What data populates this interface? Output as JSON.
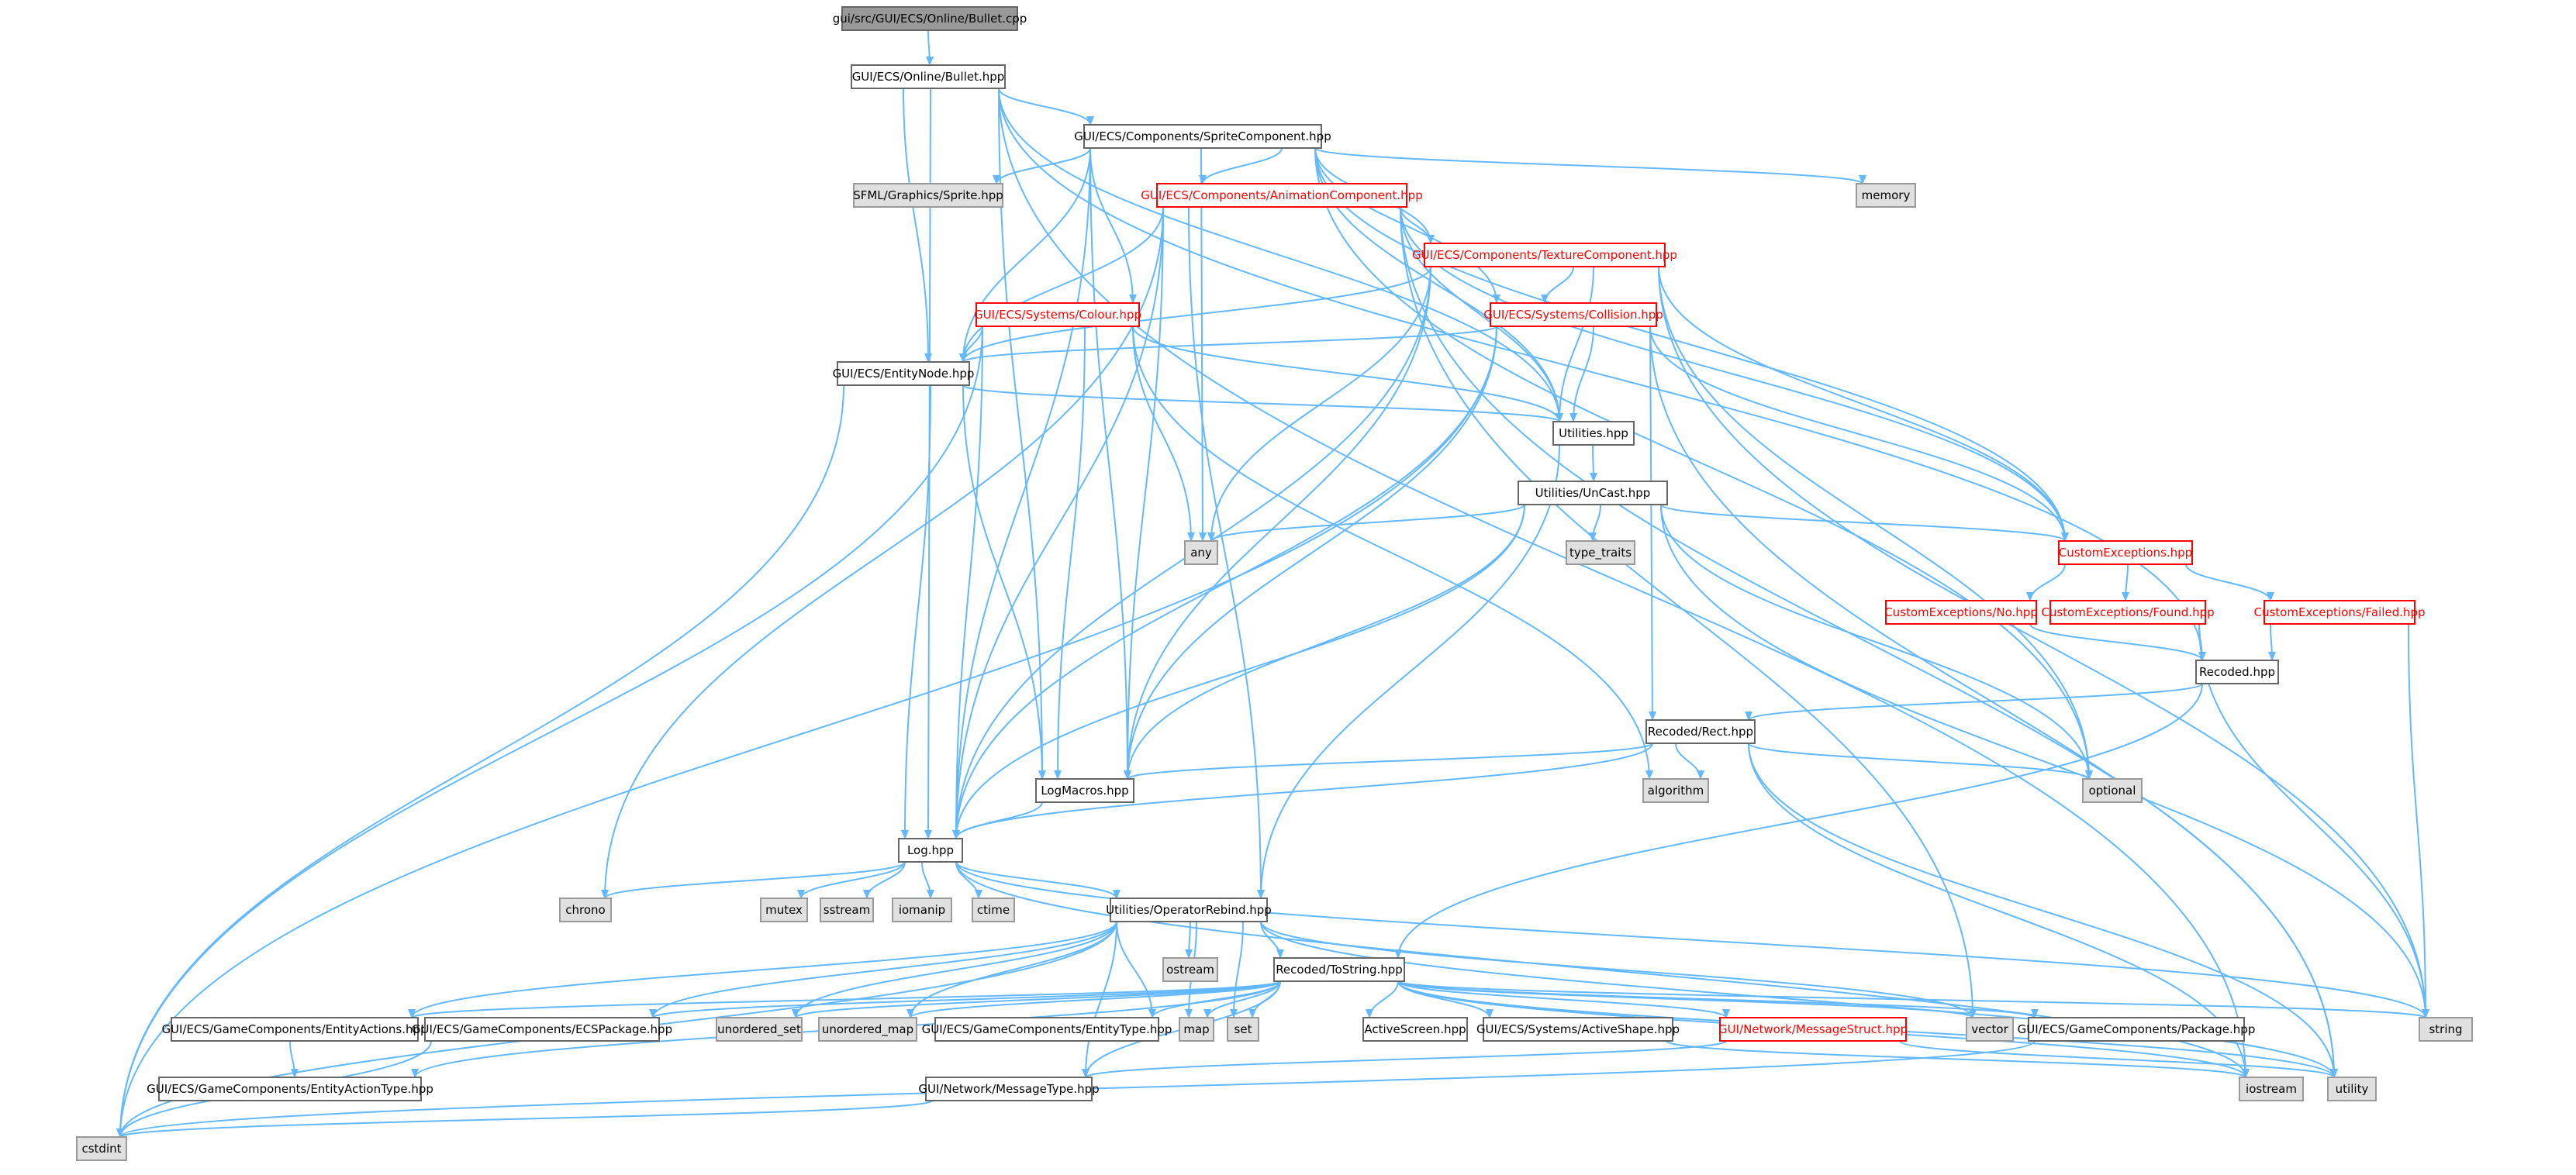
{
  "colors": {
    "edge": "#63b8ff",
    "root_fill": "#999999",
    "normal_fill": "#ffffff",
    "normal_stroke": "#666666",
    "external_fill": "#e0e0e0",
    "external_stroke": "#999999",
    "highlight_stroke": "#ff0000",
    "text": "#000000",
    "red_text": "#ff0000"
  },
  "nodes": [
    {
      "id": "root",
      "label": "gui/src/GUI/ECS/Online/Bullet.cpp",
      "kind": "root"
    },
    {
      "id": "bullet_hpp",
      "label": "GUI/ECS/Online/Bullet.hpp",
      "kind": "normal"
    },
    {
      "id": "sprite_comp",
      "label": "GUI/ECS/Components/SpriteComponent.hpp",
      "kind": "normal"
    },
    {
      "id": "sfml_sprite",
      "label": "SFML/Graphics/Sprite.hpp",
      "kind": "external"
    },
    {
      "id": "anim_comp",
      "label": "GUI/ECS/Components/AnimationComponent.hpp",
      "kind": "highlight"
    },
    {
      "id": "memory",
      "label": "memory",
      "kind": "external"
    },
    {
      "id": "texture_comp",
      "label": "GUI/ECS/Components/TextureComponent.hpp",
      "kind": "highlight"
    },
    {
      "id": "colour",
      "label": "GUI/ECS/Systems/Colour.hpp",
      "kind": "highlight"
    },
    {
      "id": "collision",
      "label": "GUI/ECS/Systems/Collision.hpp",
      "kind": "highlight"
    },
    {
      "id": "entity_node",
      "label": "GUI/ECS/EntityNode.hpp",
      "kind": "normal"
    },
    {
      "id": "utilities",
      "label": "Utilities.hpp",
      "kind": "normal"
    },
    {
      "id": "uncast",
      "label": "Utilities/UnCast.hpp",
      "kind": "normal"
    },
    {
      "id": "any",
      "label": "any",
      "kind": "external"
    },
    {
      "id": "type_traits",
      "label": "type_traits",
      "kind": "external"
    },
    {
      "id": "custom_exc",
      "label": "CustomExceptions.hpp",
      "kind": "highlight"
    },
    {
      "id": "ce_no",
      "label": "CustomExceptions/No.hpp",
      "kind": "highlight"
    },
    {
      "id": "ce_found",
      "label": "CustomExceptions/Found.hpp",
      "kind": "highlight"
    },
    {
      "id": "ce_failed",
      "label": "CustomExceptions/Failed.hpp",
      "kind": "highlight"
    },
    {
      "id": "recoded",
      "label": "Recoded.hpp",
      "kind": "normal"
    },
    {
      "id": "rect",
      "label": "Recoded/Rect.hpp",
      "kind": "normal"
    },
    {
      "id": "algorithm",
      "label": "algorithm",
      "kind": "external"
    },
    {
      "id": "optional",
      "label": "optional",
      "kind": "external"
    },
    {
      "id": "logmacros",
      "label": "LogMacros.hpp",
      "kind": "normal"
    },
    {
      "id": "log",
      "label": "Log.hpp",
      "kind": "normal"
    },
    {
      "id": "chrono",
      "label": "chrono",
      "kind": "external"
    },
    {
      "id": "mutex",
      "label": "mutex",
      "kind": "external"
    },
    {
      "id": "sstream",
      "label": "sstream",
      "kind": "external"
    },
    {
      "id": "iomanip",
      "label": "iomanip",
      "kind": "external"
    },
    {
      "id": "ctime",
      "label": "ctime",
      "kind": "external"
    },
    {
      "id": "op_rebind",
      "label": "Utilities/OperatorRebind.hpp",
      "kind": "normal"
    },
    {
      "id": "ostream",
      "label": "ostream",
      "kind": "external"
    },
    {
      "id": "tostring",
      "label": "Recoded/ToString.hpp",
      "kind": "normal"
    },
    {
      "id": "entity_actions",
      "label": "GUI/ECS/GameComponents/EntityActions.hpp",
      "kind": "normal"
    },
    {
      "id": "ecs_package",
      "label": "GUI/ECS/GameComponents/ECSPackage.hpp",
      "kind": "normal"
    },
    {
      "id": "unordered_set",
      "label": "unordered_set",
      "kind": "external"
    },
    {
      "id": "unordered_map",
      "label": "unordered_map",
      "kind": "external"
    },
    {
      "id": "entity_type",
      "label": "GUI/ECS/GameComponents/EntityType.hpp",
      "kind": "normal"
    },
    {
      "id": "map",
      "label": "map",
      "kind": "external"
    },
    {
      "id": "set",
      "label": "set",
      "kind": "external"
    },
    {
      "id": "active_screen",
      "label": "ActiveScreen.hpp",
      "kind": "normal"
    },
    {
      "id": "active_shape",
      "label": "GUI/ECS/Systems/ActiveShape.hpp",
      "kind": "normal"
    },
    {
      "id": "msg_struct",
      "label": "GUI/Network/MessageStruct.hpp",
      "kind": "highlight"
    },
    {
      "id": "vector",
      "label": "vector",
      "kind": "external"
    },
    {
      "id": "package",
      "label": "GUI/ECS/GameComponents/Package.hpp",
      "kind": "normal"
    },
    {
      "id": "string",
      "label": "string",
      "kind": "external"
    },
    {
      "id": "entity_action_type",
      "label": "GUI/ECS/GameComponents/EntityActionType.hpp",
      "kind": "normal"
    },
    {
      "id": "msg_type",
      "label": "GUI/Network/MessageType.hpp",
      "kind": "normal"
    },
    {
      "id": "iostream",
      "label": "iostream",
      "kind": "external"
    },
    {
      "id": "utility",
      "label": "utility",
      "kind": "external"
    },
    {
      "id": "cstdint",
      "label": "cstdint",
      "kind": "external"
    }
  ],
  "edges": [
    [
      "root",
      "bullet_hpp"
    ],
    [
      "bullet_hpp",
      "sprite_comp"
    ],
    [
      "bullet_hpp",
      "entity_node"
    ],
    [
      "bullet_hpp",
      "log"
    ],
    [
      "bullet_hpp",
      "logmacros"
    ],
    [
      "bullet_hpp",
      "utilities"
    ],
    [
      "bullet_hpp",
      "recoded"
    ],
    [
      "bullet_hpp",
      "iostream"
    ],
    [
      "sprite_comp",
      "sfml_sprite"
    ],
    [
      "sprite_comp",
      "anim_comp"
    ],
    [
      "sprite_comp",
      "memory"
    ],
    [
      "sprite_comp",
      "texture_comp"
    ],
    [
      "sprite_comp",
      "colour"
    ],
    [
      "sprite_comp",
      "collision"
    ],
    [
      "sprite_comp",
      "entity_node"
    ],
    [
      "sprite_comp",
      "any"
    ],
    [
      "sprite_comp",
      "utilities"
    ],
    [
      "sprite_comp",
      "custom_exc"
    ],
    [
      "sprite_comp",
      "logmacros"
    ],
    [
      "sprite_comp",
      "log"
    ],
    [
      "sprite_comp",
      "optional"
    ],
    [
      "anim_comp",
      "texture_comp"
    ],
    [
      "anim_comp",
      "entity_node"
    ],
    [
      "anim_comp",
      "chrono"
    ],
    [
      "anim_comp",
      "utilities"
    ],
    [
      "anim_comp",
      "logmacros"
    ],
    [
      "anim_comp",
      "log"
    ],
    [
      "anim_comp",
      "custom_exc"
    ],
    [
      "anim_comp",
      "utility"
    ],
    [
      "anim_comp",
      "op_rebind"
    ],
    [
      "anim_comp",
      "vector"
    ],
    [
      "texture_comp",
      "collision"
    ],
    [
      "texture_comp",
      "entity_node"
    ],
    [
      "texture_comp",
      "any"
    ],
    [
      "texture_comp",
      "utilities"
    ],
    [
      "texture_comp",
      "custom_exc"
    ],
    [
      "texture_comp",
      "logmacros"
    ],
    [
      "texture_comp",
      "log"
    ],
    [
      "texture_comp",
      "optional"
    ],
    [
      "texture_comp",
      "string"
    ],
    [
      "colour",
      "entity_node"
    ],
    [
      "colour",
      "utilities"
    ],
    [
      "colour",
      "any"
    ],
    [
      "colour",
      "logmacros"
    ],
    [
      "colour",
      "log"
    ],
    [
      "colour",
      "algorithm"
    ],
    [
      "colour",
      "cstdint"
    ],
    [
      "collision",
      "entity_node"
    ],
    [
      "collision",
      "utilities"
    ],
    [
      "collision",
      "rect"
    ],
    [
      "collision",
      "custom_exc"
    ],
    [
      "collision",
      "logmacros"
    ],
    [
      "collision",
      "log"
    ],
    [
      "collision",
      "utility"
    ],
    [
      "collision",
      "cstdint"
    ],
    [
      "entity_node",
      "utilities"
    ],
    [
      "entity_node",
      "logmacros"
    ],
    [
      "entity_node",
      "log"
    ],
    [
      "entity_node",
      "cstdint"
    ],
    [
      "utilities",
      "uncast"
    ],
    [
      "utilities",
      "op_rebind"
    ],
    [
      "uncast",
      "any"
    ],
    [
      "uncast",
      "type_traits"
    ],
    [
      "uncast",
      "custom_exc"
    ],
    [
      "uncast",
      "logmacros"
    ],
    [
      "uncast",
      "log"
    ],
    [
      "uncast",
      "optional"
    ],
    [
      "uncast",
      "string"
    ],
    [
      "custom_exc",
      "ce_no"
    ],
    [
      "custom_exc",
      "ce_found"
    ],
    [
      "custom_exc",
      "ce_failed"
    ],
    [
      "ce_no",
      "recoded"
    ],
    [
      "ce_found",
      "recoded"
    ],
    [
      "ce_found",
      "string"
    ],
    [
      "ce_failed",
      "recoded"
    ],
    [
      "ce_failed",
      "string"
    ],
    [
      "recoded",
      "rect"
    ],
    [
      "recoded",
      "tostring"
    ],
    [
      "rect",
      "algorithm"
    ],
    [
      "rect",
      "optional"
    ],
    [
      "rect",
      "logmacros"
    ],
    [
      "rect",
      "log"
    ],
    [
      "rect",
      "iostream"
    ],
    [
      "rect",
      "utility"
    ],
    [
      "logmacros",
      "log"
    ],
    [
      "log",
      "chrono"
    ],
    [
      "log",
      "mutex"
    ],
    [
      "log",
      "sstream"
    ],
    [
      "log",
      "iomanip"
    ],
    [
      "log",
      "ctime"
    ],
    [
      "log",
      "op_rebind"
    ],
    [
      "log",
      "string"
    ],
    [
      "log",
      "iostream"
    ],
    [
      "op_rebind",
      "ostream"
    ],
    [
      "op_rebind",
      "tostring"
    ],
    [
      "op_rebind",
      "map"
    ],
    [
      "op_rebind",
      "set"
    ],
    [
      "op_rebind",
      "unordered_set"
    ],
    [
      "op_rebind",
      "unordered_map"
    ],
    [
      "op_rebind",
      "vector"
    ],
    [
      "op_rebind",
      "entity_actions"
    ],
    [
      "op_rebind",
      "ecs_package"
    ],
    [
      "op_rebind",
      "entity_type"
    ],
    [
      "op_rebind",
      "msg_type"
    ],
    [
      "op_rebind",
      "utility"
    ],
    [
      "op_rebind",
      "cstdint"
    ],
    [
      "tostring",
      "entity_actions"
    ],
    [
      "tostring",
      "ecs_package"
    ],
    [
      "tostring",
      "unordered_set"
    ],
    [
      "tostring",
      "unordered_map"
    ],
    [
      "tostring",
      "entity_type"
    ],
    [
      "tostring",
      "map"
    ],
    [
      "tostring",
      "set"
    ],
    [
      "tostring",
      "active_screen"
    ],
    [
      "tostring",
      "active_shape"
    ],
    [
      "tostring",
      "msg_struct"
    ],
    [
      "tostring",
      "vector"
    ],
    [
      "tostring",
      "package"
    ],
    [
      "tostring",
      "string"
    ],
    [
      "tostring",
      "entity_action_type"
    ],
    [
      "tostring",
      "msg_type"
    ],
    [
      "tostring",
      "iostream"
    ],
    [
      "tostring",
      "utility"
    ],
    [
      "entity_actions",
      "entity_action_type"
    ],
    [
      "ecs_package",
      "cstdint"
    ],
    [
      "msg_struct",
      "msg_type"
    ],
    [
      "msg_struct",
      "utility"
    ],
    [
      "package",
      "cstdint"
    ],
    [
      "msg_type",
      "cstdint"
    ],
    [
      "active_shape",
      "iostream"
    ]
  ]
}
